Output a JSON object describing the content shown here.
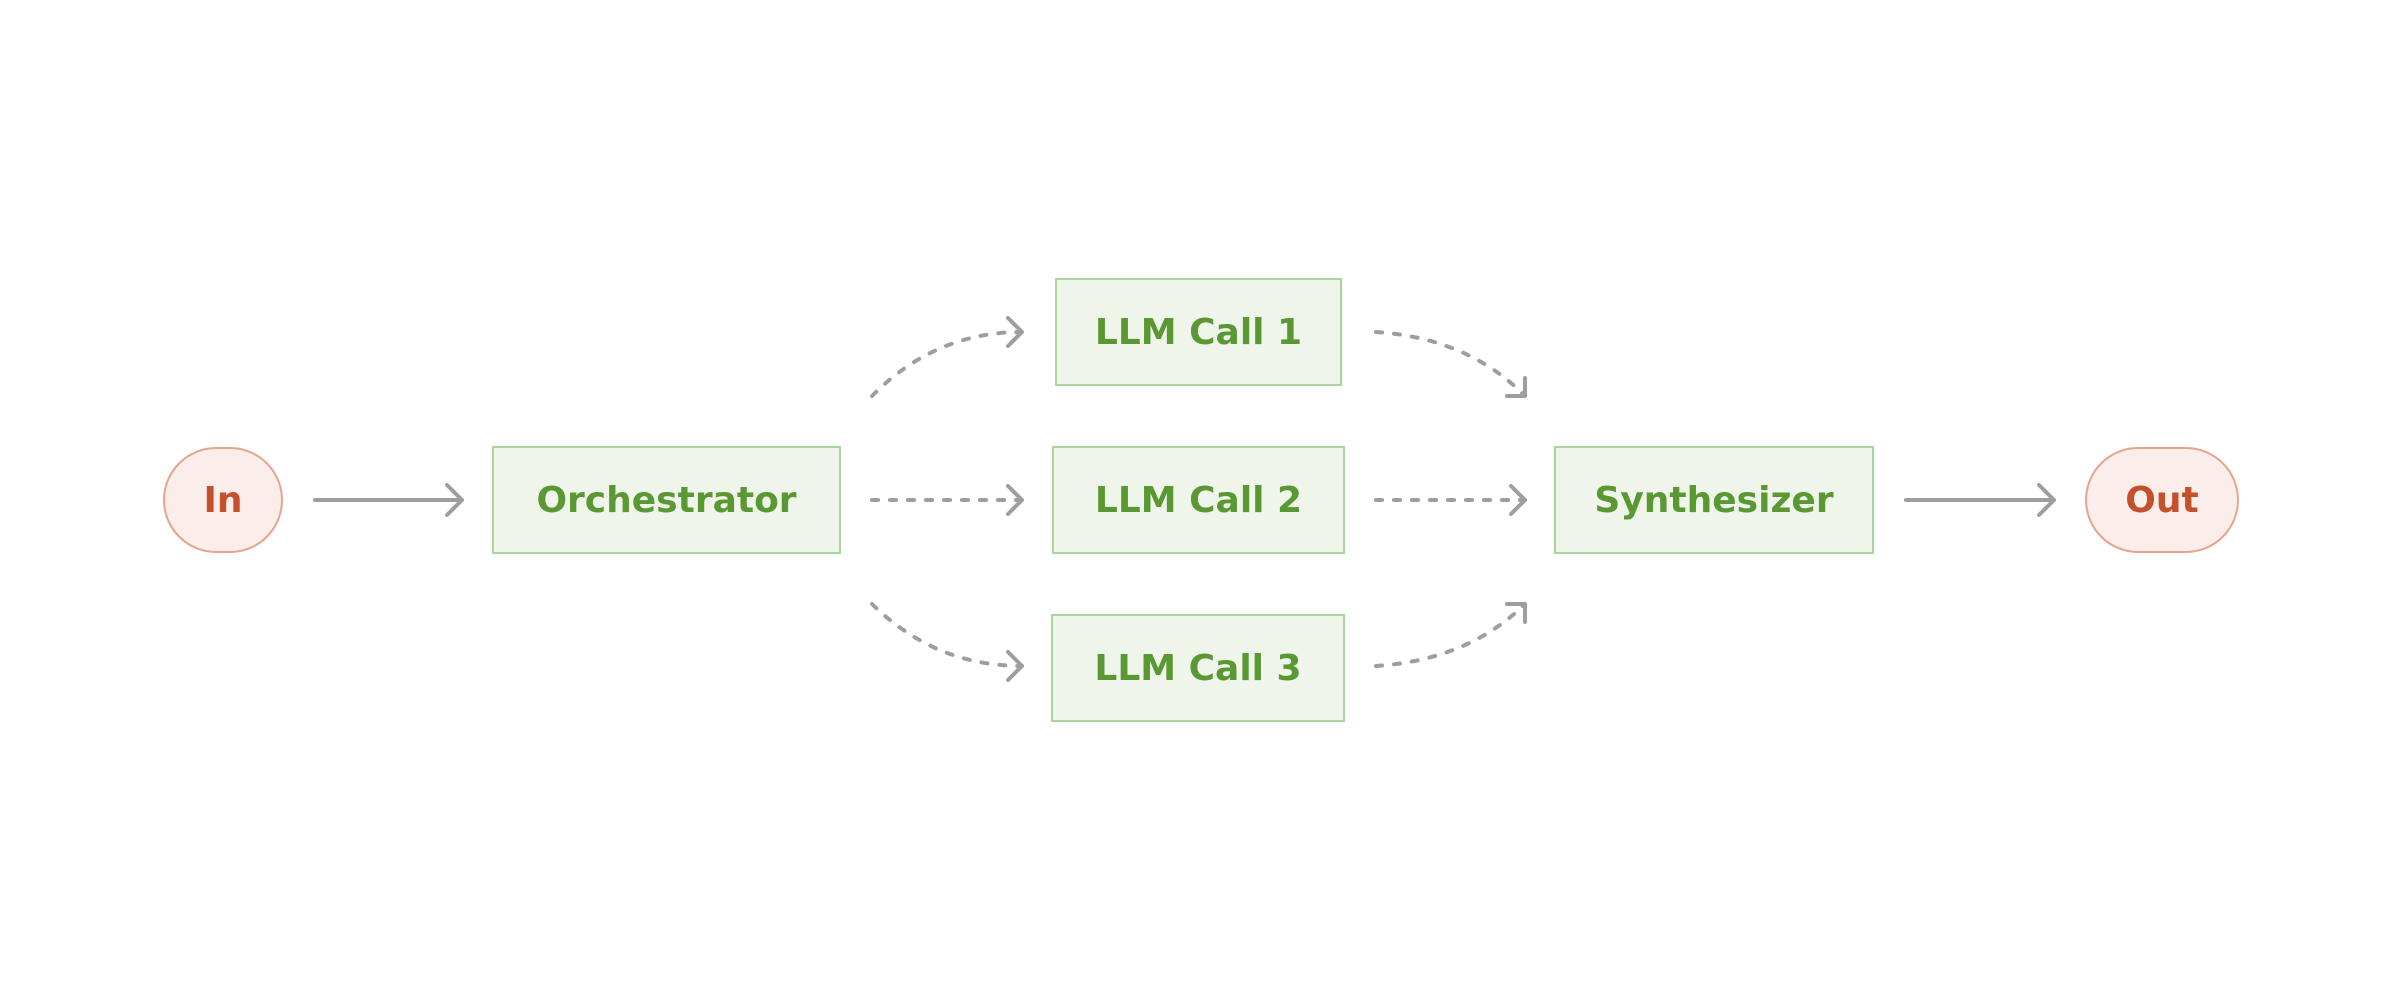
{
  "colors": {
    "edge": "#9e9e9c",
    "terminal_fill": "#fbeeea",
    "terminal_border": "#e6a48d",
    "terminal_text": "#c4502c",
    "step_fill": "#eff5ea",
    "step_border": "#a9d69a",
    "step_text": "#5a9834",
    "background": "#ffffff"
  },
  "nodes": {
    "input": "In",
    "orchestrator": "Orchestrator",
    "llm_call_1": "LLM Call 1",
    "llm_call_2": "LLM Call 2",
    "llm_call_3": "LLM Call 3",
    "synthesizer": "Synthesizer",
    "output": "Out"
  },
  "edges": [
    {
      "from": "input",
      "to": "orchestrator",
      "style": "solid"
    },
    {
      "from": "orchestrator",
      "to": "llm_call_1",
      "style": "dashed"
    },
    {
      "from": "orchestrator",
      "to": "llm_call_2",
      "style": "dashed"
    },
    {
      "from": "orchestrator",
      "to": "llm_call_3",
      "style": "dashed"
    },
    {
      "from": "llm_call_1",
      "to": "synthesizer",
      "style": "dashed"
    },
    {
      "from": "llm_call_2",
      "to": "synthesizer",
      "style": "dashed"
    },
    {
      "from": "llm_call_3",
      "to": "synthesizer",
      "style": "dashed"
    },
    {
      "from": "synthesizer",
      "to": "output",
      "style": "solid"
    }
  ]
}
